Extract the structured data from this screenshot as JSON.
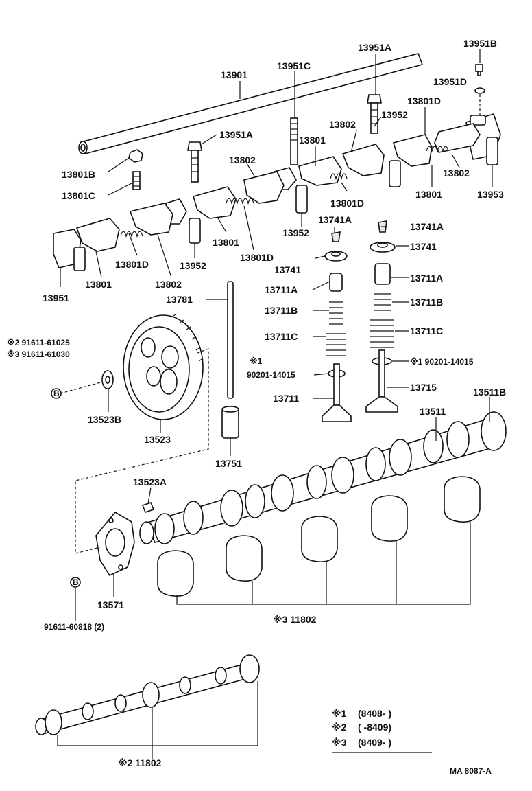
{
  "diagram": {
    "labels": {
      "l13901": "13901",
      "l13951C": "13951C",
      "l13951A_top": "13951A",
      "l13951B": "13951B",
      "l13951D": "13951D",
      "l13801D_tr": "13801D",
      "l13952_tr": "13952",
      "l13802_tm": "13802",
      "l13951A_mid": "13951A",
      "l13801_tm": "13801",
      "l13802_m": "13802",
      "l13801B": "13801B",
      "l13801C": "13801C",
      "l13801D_m": "13801D",
      "l13801_r": "13801",
      "l13802_r": "13802",
      "l13953": "13953",
      "l13801_ml": "13801",
      "l13952_m": "13952",
      "l13741A_l": "13741A",
      "l13741A_r": "13741A",
      "l13801D_ml": "13801D",
      "l13741_l": "13741",
      "l13741_r": "13741",
      "l13801D_l": "13801D",
      "l13952_l": "13952",
      "l13711A_l": "13711A",
      "l13711A_r": "13711A",
      "l13801_l": "13801",
      "l13802_l": "13802",
      "l13951": "13951",
      "l13781": "13781",
      "l13711B_l": "13711B",
      "l13711B_r": "13711B",
      "l13711C_l": "13711C",
      "l13711C_r": "13711C",
      "n2_91611_61025": "※2 91611-61025",
      "n3_91611_61030": "※3 91611-61030",
      "n1_mark": "※1",
      "l90201_14015": "90201-14015",
      "n1_90201_14015": "※1 90201-14015",
      "l13715": "13715",
      "l13711": "13711",
      "l13511B": "13511B",
      "l13511": "13511",
      "l13523B": "13523B",
      "l13523": "13523",
      "l13751": "13751",
      "l13523A": "13523A",
      "l13571": "13571",
      "l91611_60818": "91611-60818 (2)",
      "n3_11802": "※3 11802",
      "n2_11802": "※2 11802",
      "ma_code": "MA 8087-A"
    },
    "notes": [
      {
        "mark": "※1",
        "text": "(8408-          )"
      },
      {
        "mark": "※2",
        "text": "(          -8409)"
      },
      {
        "mark": "※3",
        "text": "(8409-          )"
      }
    ],
    "circled_b": "B"
  }
}
